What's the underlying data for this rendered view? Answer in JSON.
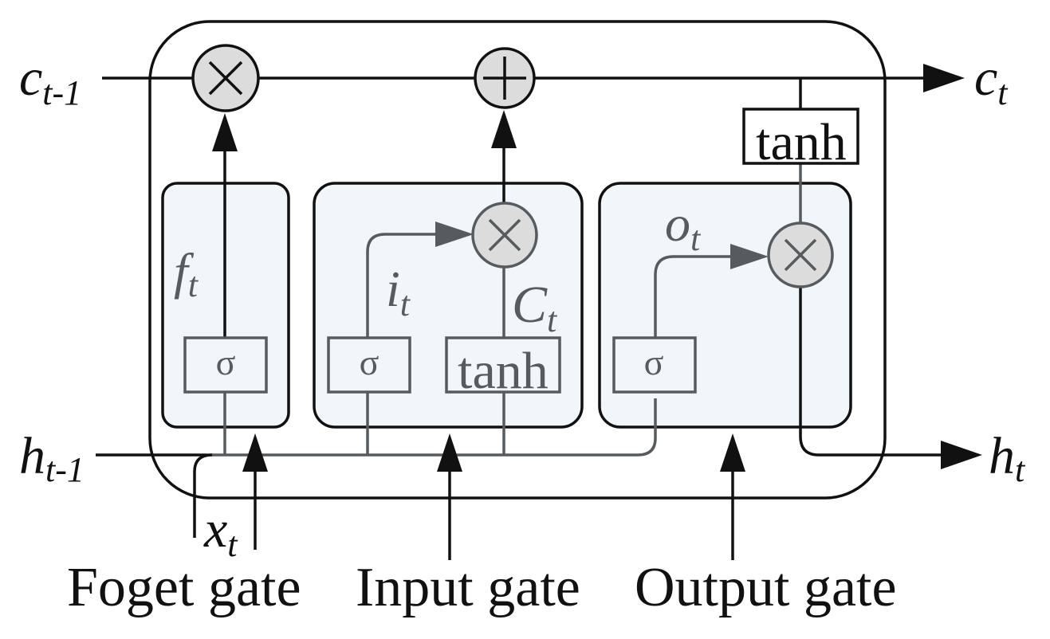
{
  "labels": {
    "c_prev": {
      "base": "c",
      "sub": "t-1"
    },
    "c_next": {
      "base": "c",
      "sub": "t"
    },
    "h_prev": {
      "base": "h",
      "sub": "t-1"
    },
    "h_next": {
      "base": "h",
      "sub": "t"
    },
    "x_in": {
      "base": "x",
      "sub": "t"
    },
    "f_gate": {
      "base": "f",
      "sub": "t"
    },
    "i_gate": {
      "base": "i",
      "sub": "t"
    },
    "c_cand": {
      "base": "C",
      "sub": "t"
    },
    "o_gate": {
      "base": "o",
      "sub": "t"
    }
  },
  "functions": {
    "sigma": "σ",
    "tanh": "tanh"
  },
  "captions": {
    "forget": "Foget gate",
    "input": "Input gate",
    "output": "Output gate"
  }
}
